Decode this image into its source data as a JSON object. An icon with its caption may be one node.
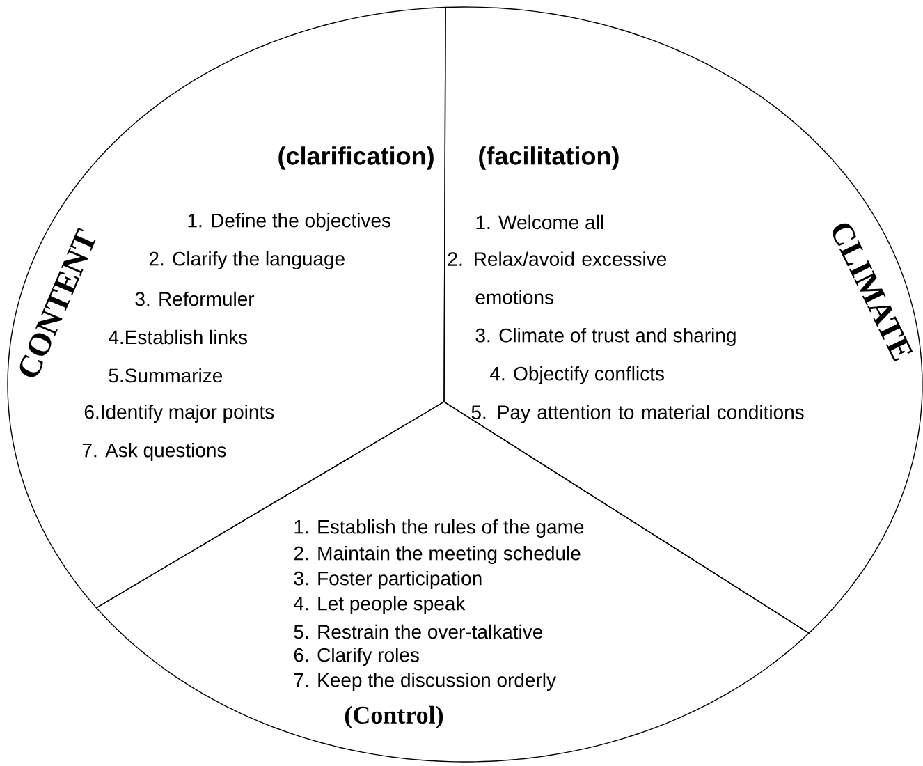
{
  "diagram": {
    "nodes": [
      {
        "text": [
          "CONTENT",
          "(clarification)",
          "1. Define the objectives",
          "2. Clarify the language",
          "3. Reformuler",
          "4.Establish links",
          "5.Summarize",
          "6.Identify major points",
          "7. Ask questions"
        ]
      },
      {
        "text": [
          "(facilitation)",
          "CLIMATE",
          "1. Welcome all",
          "2. Relax/avoid excessive emotions",
          "3. Climate of trust and sharing",
          "4. Objectify conflicts",
          "5. Pay attention to material conditions"
        ]
      },
      {
        "text": [
          "1. Establish the rules of the game",
          "2. Maintain the meeting schedule",
          "3. Foster participation",
          "4. Let people speak",
          "5.  Restrain the over-talkative",
          "6. Clarify roles",
          "7. Keep the discussion orderly",
          "(Control)"
        ]
      }
    ]
  }
}
